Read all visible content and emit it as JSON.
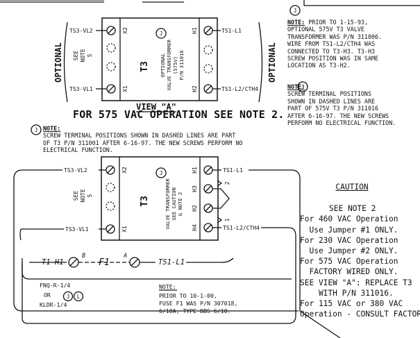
{
  "colors": {
    "ink": "#111111",
    "paper": "#ffffff"
  },
  "top_diagram": {
    "optional_left": "OPTIONAL",
    "optional_right": "OPTIONAL",
    "see_note": [
      "SEE",
      "NOTE",
      "5"
    ],
    "transformer_id": "T3",
    "transformer_label": [
      "OPTIONAL",
      "VALVE TRANSFORMER",
      "(575V)",
      "P/N 311016"
    ],
    "note_badge": "J",
    "left_wire_top": "TS3-VL2",
    "left_wire_bottom": "TS3-VL1",
    "right_wire_top": "TS1-L1",
    "right_wire_bottom": "TS1-L2/CTH4",
    "terminals_left": [
      "X2",
      "X1"
    ],
    "terminals_right": [
      "H1",
      "H2"
    ],
    "view_label": "VIEW \"A\"",
    "operation_note": "FOR 575 VAC OPERATION SEE NOTE 2."
  },
  "note_top_right": {
    "badge": "J",
    "heading": "NOTE:",
    "lines": [
      "PRIOR TO 1-15-93,",
      "OPTIONAL 575V T3 VALVE",
      "TRANSFORMER WAS P/N 311006.",
      "WIRE FROM TS1-L2/CTH4 WAS",
      "CONNECTED TO T3-H3. T3-H3",
      "SCREW POSITION WAS IN SAME",
      "LOCATION AS T3-H2."
    ]
  },
  "note_right_2": {
    "heading": "NOTE:",
    "badge": "J",
    "lines": [
      "SCREW TERMINAL POSITIONS",
      "SHOWN IN DASHED LINES ARE",
      "PART OF 575V T3 P/N 311016",
      "AFTER 6-16-97. THE NEW SCREWS",
      "PERFORM NO ELECTRICAL FUNCTION."
    ]
  },
  "note_middle": {
    "badge": "J",
    "heading": "NOTE:",
    "lines": [
      "SCREW TERMINAL POSITIONS SHOWN IN DASHED LINES ARE PART",
      "OF T3 P/N 311001 AFTER 6-16-97. THE NEW SCREWS PERFORM NO",
      "ELECTRICAL FUNCTION."
    ]
  },
  "bottom_diagram": {
    "see_note": [
      "SEE",
      "NOTE",
      "5"
    ],
    "transformer_id": "T3",
    "transformer_label": [
      "VALVE TRANSFORMER",
      "SEE CAUTION",
      "& NOTE 2"
    ],
    "note_badge": "J",
    "left_wire_top": "TS3-VL2",
    "left_wire_bottom": "TS3-VL1",
    "right_wire_top": "TS1-L1",
    "right_wire_bottom": "TS1-L2/CTH4",
    "terminals_left": [
      "X2",
      "X1"
    ],
    "terminals_right": [
      "H1",
      "H3",
      "H2",
      "H4"
    ],
    "jumper_labels": [
      "2",
      "1"
    ]
  },
  "fuse": {
    "left_label": "T1-H1",
    "right_label": "TS1-L1",
    "fuse_name": "F1",
    "term_b": "B",
    "term_a": "A",
    "part_lines": [
      "FNQ-R-1/4",
      "OR",
      "KLDR-1/4"
    ],
    "badges": [
      "J",
      "L"
    ],
    "note_heading": "NOTE:",
    "note_lines": [
      "PRIOR TO 10-1-00,",
      "FUSE F1 WAS P/N 307018,",
      "6/10A, TYPE BBS 6/10."
    ]
  },
  "caution": {
    "title": "CAUTION",
    "see_note": "SEE NOTE 2",
    "lines": [
      "For 460 VAC Operation",
      "  Use Jumper #1 ONLY.",
      "For 230 VAC Operation",
      "  Use Jumper #2 ONLY.",
      "For 575 VAC Operation",
      "  FACTORY WIRED ONLY.",
      "SEE VIEW \"A\": REPLACE T3",
      "    WITH P/N 311016.",
      "For 115 VAC or 380 VAC",
      "Operation - CONSULT FACTORY"
    ]
  }
}
